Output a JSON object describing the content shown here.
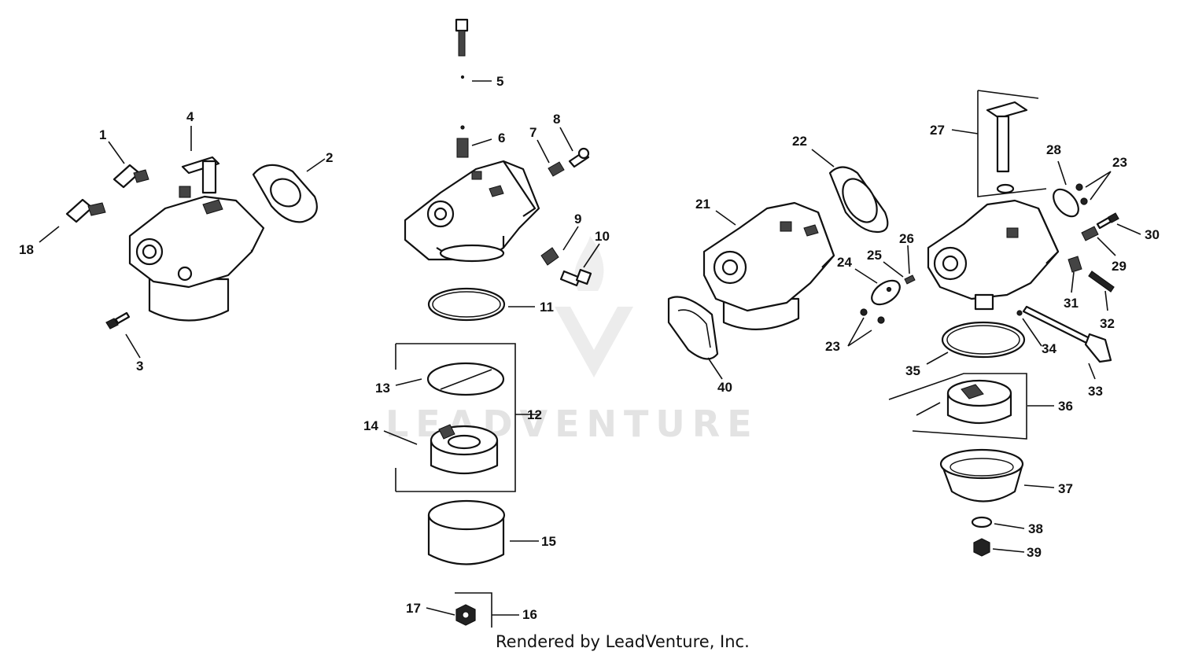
{
  "watermark": {
    "text": "LEADVENTURE"
  },
  "credit": "Rendered by LeadVenture, Inc.",
  "callouts": [
    "1",
    "2",
    "3",
    "4",
    "5",
    "6",
    "7",
    "8",
    "9",
    "10",
    "11",
    "12",
    "13",
    "14",
    "15",
    "16",
    "17",
    "18",
    "21",
    "22",
    "23",
    "24",
    "25",
    "26",
    "27",
    "28",
    "29",
    "30",
    "31",
    "32",
    "33",
    "34",
    "35",
    "36",
    "37",
    "38",
    "39",
    "40"
  ]
}
